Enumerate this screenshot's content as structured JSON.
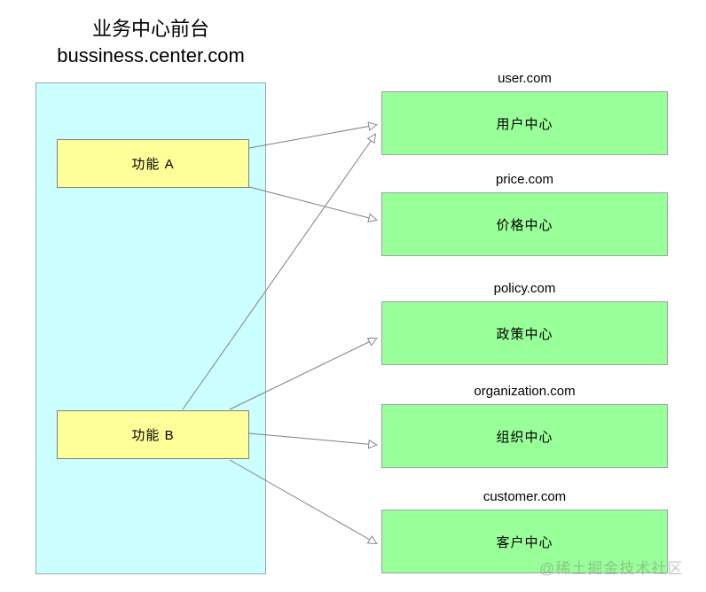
{
  "diagram": {
    "title_cn": "业务中心前台",
    "title_en": "bussiness.center.com",
    "watermark": "@稀土掘金技术社区",
    "colors": {
      "frontend_panel_fill": "#ccffff",
      "function_box_fill": "#ffff99",
      "service_box_fill": "#99ff99",
      "border": "#9aa8a8",
      "connector": "#808080",
      "text": "#000000"
    },
    "frontend": {
      "functions": [
        {
          "label": "功能 A"
        },
        {
          "label": "功能 B"
        }
      ]
    },
    "services": [
      {
        "domain": "user.com",
        "label": "用户中心"
      },
      {
        "domain": "price.com",
        "label": "价格中心"
      },
      {
        "domain": "policy.com",
        "label": "政策中心"
      },
      {
        "domain": "organization.com",
        "label": "组织中心"
      },
      {
        "domain": "customer.com",
        "label": "客户中心"
      }
    ],
    "connections": [
      {
        "from": "功能 A",
        "to": "用户中心"
      },
      {
        "from": "功能 A",
        "to": "价格中心"
      },
      {
        "from": "功能 B",
        "to": "用户中心"
      },
      {
        "from": "功能 B",
        "to": "政策中心"
      },
      {
        "from": "功能 B",
        "to": "组织中心"
      },
      {
        "from": "功能 B",
        "to": "客户中心"
      }
    ]
  }
}
